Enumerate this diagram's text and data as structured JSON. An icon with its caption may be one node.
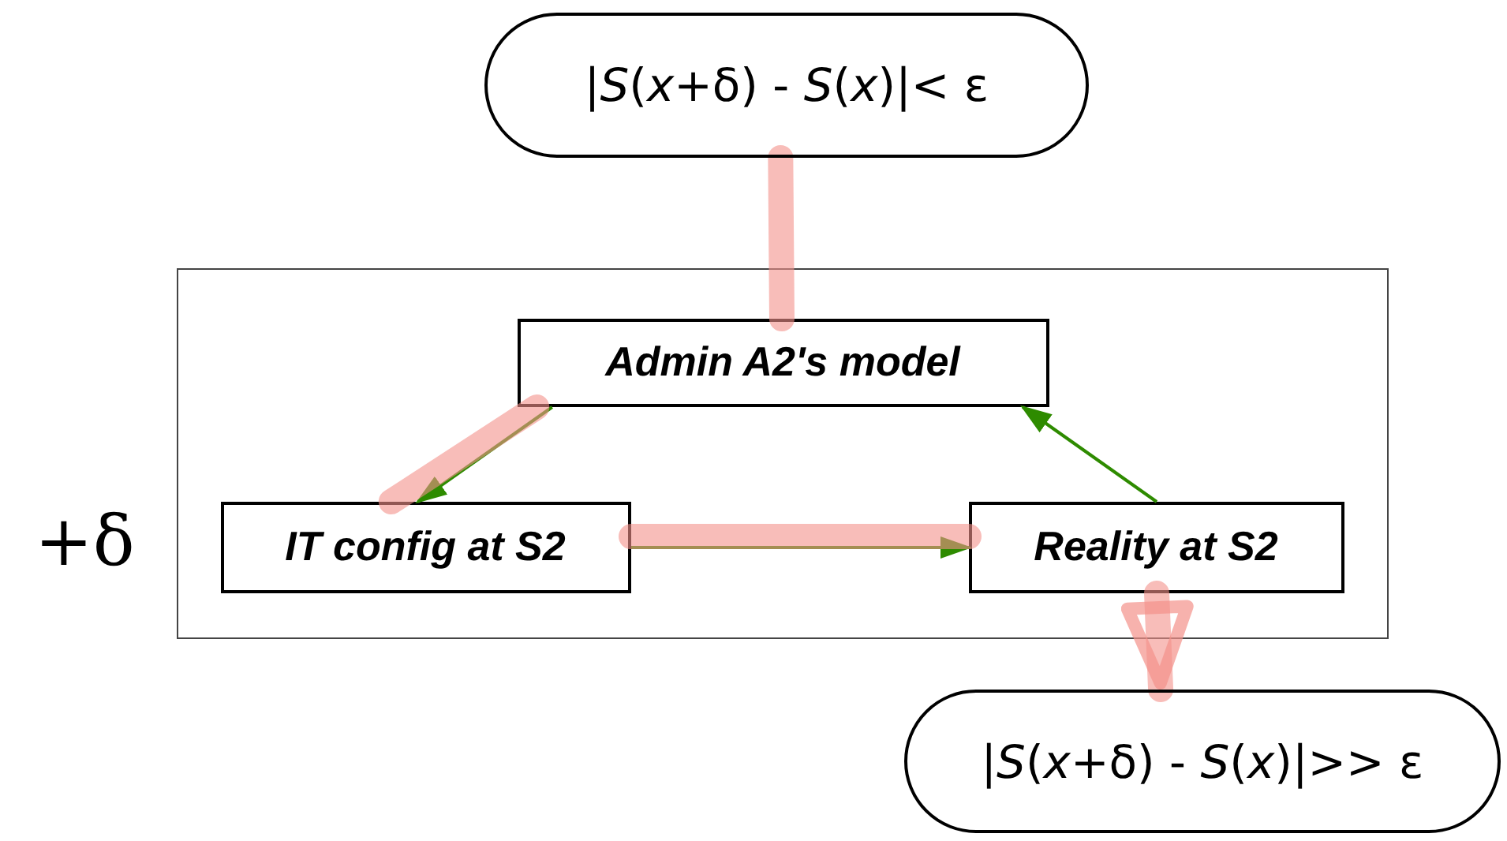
{
  "diagram": {
    "nodes": [
      {
        "text": [
          "|*S*(*x*+δ) - *S*(*x*)|< ε"
        ]
      },
      {
        "text": [],
        "shape": "box"
      },
      {
        "text": [
          "Admin A2's model"
        ],
        "in": 1
      },
      {
        "text": [
          "IT config at S2"
        ],
        "in": 1
      },
      {
        "text": [
          "Reality at S2"
        ],
        "in": 1
      },
      {
        "text": [
          "|*S*(*x*+δ) - *S*(*x*)|>> ε"
        ]
      }
    ],
    "edges": [
      {
        "from": 2,
        "to": 3,
        "arrow": "to",
        "color": "#2e8b00"
      },
      {
        "from": 3,
        "to": 4,
        "arrow": "to",
        "color": "#2e8b00"
      },
      {
        "from": 4,
        "to": 2,
        "arrow": "to",
        "color": "#2e8b00"
      },
      {
        "from": 0,
        "to": 2,
        "arrow": "none"
      },
      {
        "from": 2,
        "to": 3,
        "arrow": "none"
      },
      {
        "from": 3,
        "to": 4,
        "arrow": "none"
      },
      {
        "from": 4,
        "to": 5,
        "arrow": "to"
      }
    ],
    "labels": [
      "+δ"
    ]
  }
}
